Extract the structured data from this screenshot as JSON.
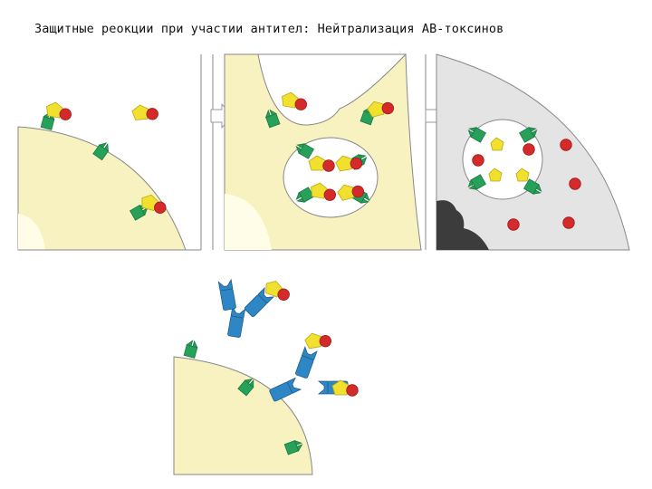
{
  "title": "Защитные реокции при участии антител: Нейтрализация АВ-токсинов",
  "colors": {
    "cell": "#f8f2c0",
    "nucleus_light": "#fffce8",
    "vesicle": "#ffffff",
    "degraded_cell": "#e4e4e4",
    "debris": "#3c3c3c",
    "receptor": "#27a05a",
    "toxin_b": "#f2e02e",
    "toxin_a": "#d42a2a",
    "antibody": "#2f86c4",
    "outline": "#888888",
    "arrow": "#ffffff"
  },
  "panels": [
    {
      "name": "toxin-binding-panel",
      "description_icon": "toxin-binding-icon"
    },
    {
      "name": "endocytosis-panel",
      "description_icon": "endocytosis-icon"
    },
    {
      "name": "toxin-release-panel",
      "description_icon": "toxin-release-icon"
    },
    {
      "name": "antibody-neutralization-panel",
      "description_icon": "antibody-icon"
    }
  ]
}
